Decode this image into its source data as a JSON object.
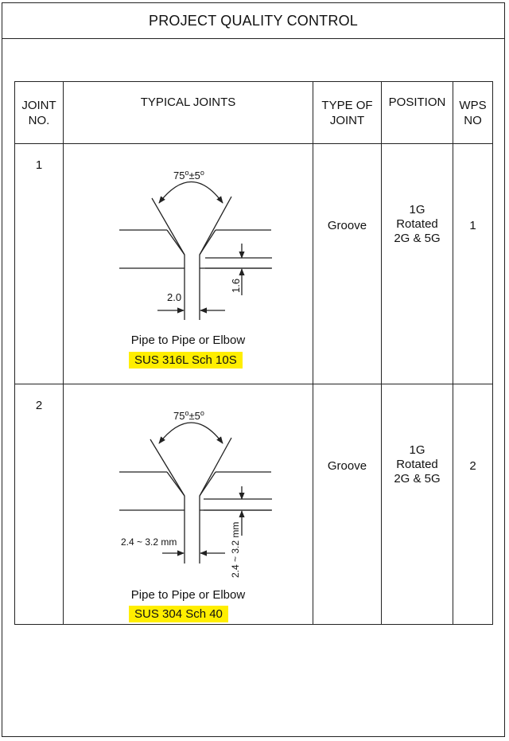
{
  "title": "PROJECT QUALITY CONTROL",
  "headers": {
    "joint_no_l1": "JOINT",
    "joint_no_l2": "NO.",
    "typical": "TYPICAL JOINTS",
    "type_l1": "TYPE OF",
    "type_l2": "JOINT",
    "position": "POSITION",
    "wps_l1": "WPS",
    "wps_l2": "NO"
  },
  "rows": [
    {
      "no": "1",
      "angle_base": "75",
      "angle_sup1": "o",
      "angle_tol": "±5",
      "angle_sup2": "o",
      "root_gap": "2.0",
      "root_face": "1.6",
      "description": "Pipe to Pipe or Elbow",
      "material": "SUS 316L Sch 10S",
      "type": "Groove",
      "pos_l1": "1G",
      "pos_l2": "Rotated",
      "pos_l3": "2G & 5G",
      "wps": "1"
    },
    {
      "no": "2",
      "angle_base": "75",
      "angle_sup1": "o",
      "angle_tol": "±5",
      "angle_sup2": "o",
      "root_gap": "2.4 ~ 3.2 mm",
      "root_face": "2.4 ~ 3.2 mm",
      "description": "Pipe to Pipe or Elbow",
      "material": "SUS 304 Sch 40",
      "type": "Groove",
      "pos_l1": "1G",
      "pos_l2": "Rotated",
      "pos_l3": "2G & 5G",
      "wps": "2"
    }
  ],
  "colors": {
    "highlight": "#ffee00",
    "line": "#222222"
  }
}
